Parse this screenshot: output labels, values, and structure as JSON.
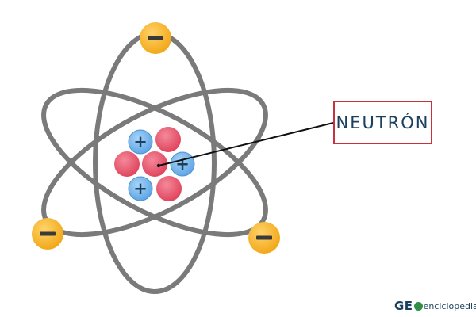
{
  "callout": {
    "label": "NEUTRÓN"
  },
  "logo": {
    "strong": "GE",
    "light": "enciclopedia"
  },
  "nucleus": {
    "protons": 3,
    "neutrons": 4,
    "proton_sign": "+",
    "electron_sign": "−"
  },
  "electrons": 3,
  "colors": {
    "orbit": "#7a7a7a",
    "electron": "#f5b21c",
    "electron_sign": "#3a3a3a",
    "proton": "#79b9ee",
    "proton_sign": "#1c3f5e",
    "neutron": "#e8526a",
    "callout_border": "#c8323c",
    "callout_text": "#1c3f5e",
    "logo_globe": "#2f8f46"
  }
}
